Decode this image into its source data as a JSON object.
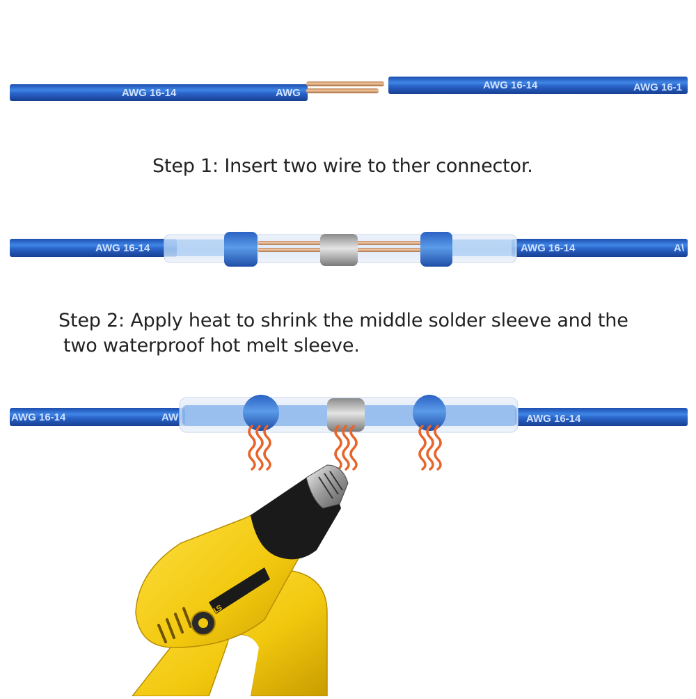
{
  "steps": {
    "step1": "Step 1: Insert two wire to ther connector.",
    "step2_line1": "Step 2: Apply heat to shrink the middle solder sleeve and the",
    "step2_line2": "two waterproof hot melt sleeve."
  },
  "wire_labels": {
    "row1_left": "AWG 16-14",
    "row1_left_cut": "AWG",
    "row1_right": "AWG 16-14",
    "row1_right_cut": "AWG 16-1",
    "row2_left": "AWG 16-14",
    "row2_right": "AWG 16-14",
    "row2_right_cut": "A\\",
    "row3_left": "AWG 16-14",
    "row3_left_cut": "AW",
    "row3_right": "AWG 16-14"
  },
  "heat_gun": {
    "brand_text": "STANLEY"
  },
  "colors": {
    "wire_blue": "#2a5fc4",
    "wire_highlight": "#5aa0f0",
    "copper": "#d79a6a",
    "solder_band": "#2f6fd0",
    "heat_wave": "#e8642a",
    "gun_yellow": "#f5d21c",
    "gun_black": "#1a1a1a"
  },
  "icons": {
    "heat_wave": "heat-wave-icon",
    "heat_gun": "heat-gun-icon"
  }
}
